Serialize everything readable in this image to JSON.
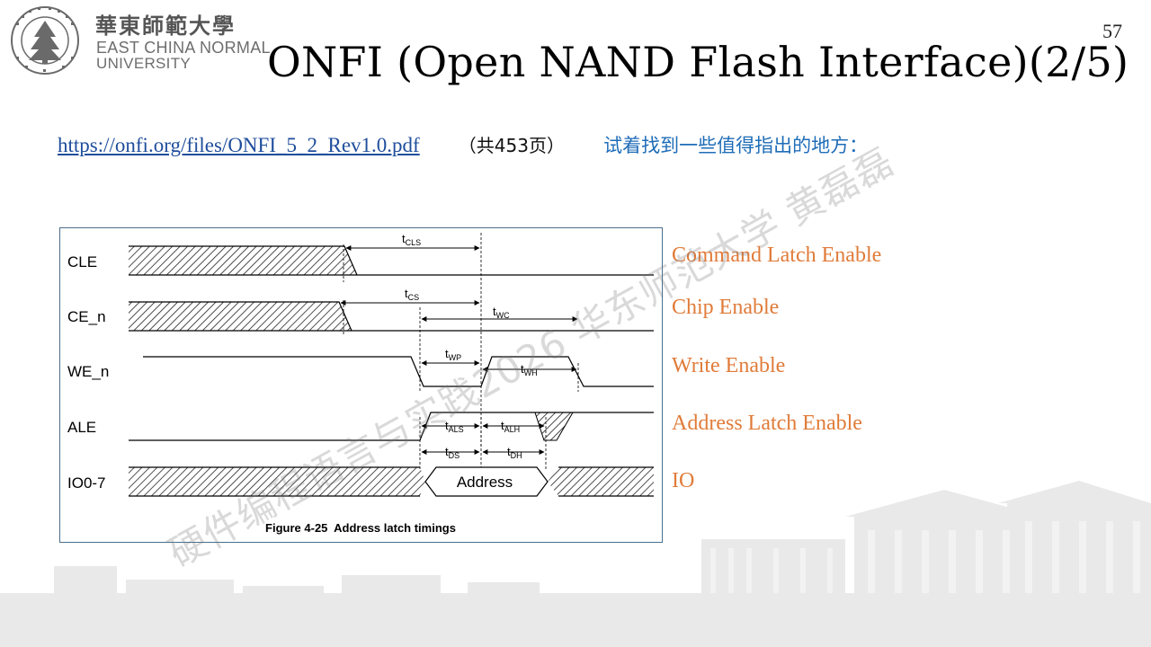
{
  "header": {
    "university_cn": "華東師範大學",
    "university_en_line1": "EAST CHINA NORMAL",
    "university_en_line2": "UNIVERSITY",
    "seal_text": "EAST CHINA NORMAL UNIVERSITY",
    "seal_text_cn": "華東師範大學"
  },
  "slide": {
    "title": "ONFI (Open NAND Flash Interface)(2/5)",
    "page_number": "57"
  },
  "subline": {
    "link_text": "https://onfi.org/files/ONFI_5_2_Rev1.0.pdf",
    "pages_note": "（共453页）",
    "instruction": "试着找到一些值得指出的地方："
  },
  "figure": {
    "caption": "Figure 4-25  Address latch timings",
    "signals": [
      "CLE",
      "CE_n",
      "WE_n",
      "ALE",
      "IO0-7"
    ],
    "timing_params": [
      {
        "base": "t",
        "sub": "CLS"
      },
      {
        "base": "t",
        "sub": "CS"
      },
      {
        "base": "t",
        "sub": "WC"
      },
      {
        "base": "t",
        "sub": "WP"
      },
      {
        "base": "t",
        "sub": "WH"
      },
      {
        "base": "t",
        "sub": "ALS"
      },
      {
        "base": "t",
        "sub": "ALH"
      },
      {
        "base": "t",
        "sub": "DS"
      },
      {
        "base": "t",
        "sub": "DH"
      }
    ],
    "bus_label": "Address"
  },
  "signal_descriptions": [
    "Command Latch Enable",
    "Chip Enable",
    "Write Enable",
    "Address Latch Enable",
    "IO"
  ],
  "watermark": "硬件编程语言与实践2026 华东师范大学 黄磊磊",
  "colors": {
    "title": "#000000",
    "link": "#1f4e9c",
    "instruction": "#1f6db8",
    "signal_desc": "#e07b39",
    "figure_border": "#4a6f8c"
  }
}
